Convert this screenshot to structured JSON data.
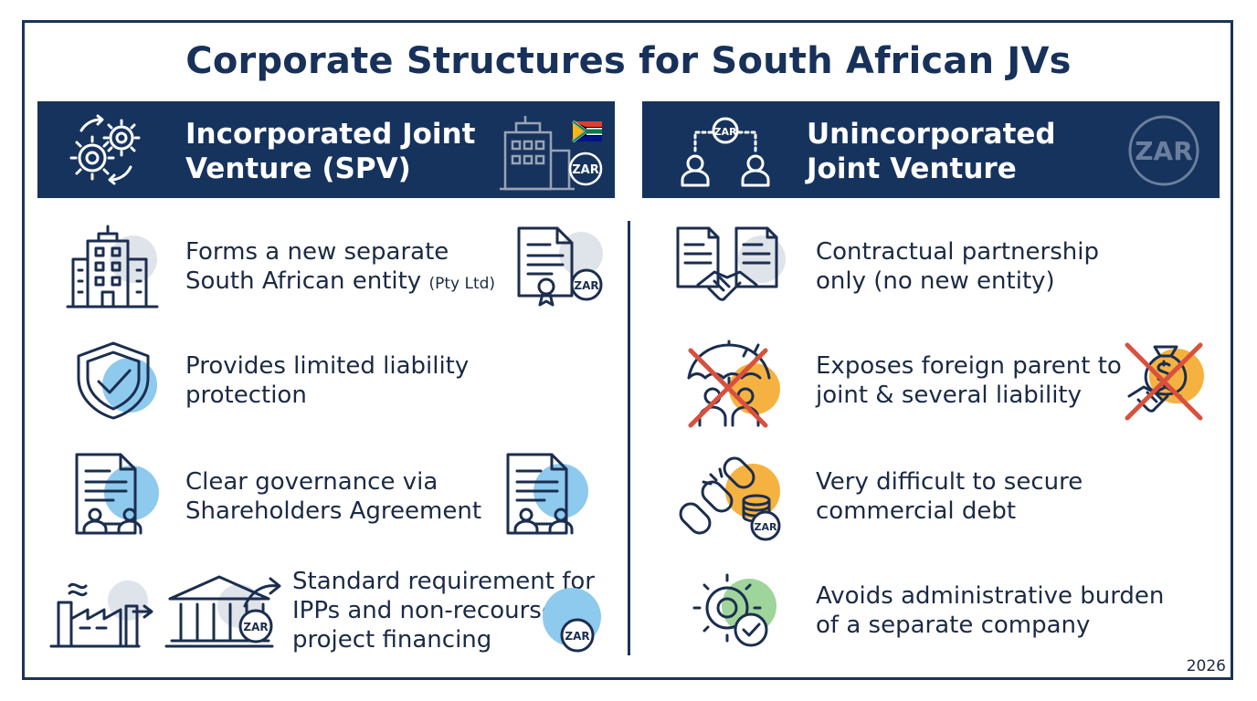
{
  "title": "Corporate Structures for South African JVs",
  "left_panel": {
    "header": {
      "line1": "Incorporated Joint",
      "line2": "Venture (SPV)"
    },
    "rows": [
      {
        "line1": "Forms a new separate",
        "line2": "South African entity",
        "note": "(Pty Ltd)"
      },
      {
        "line1": "Provides limited liability",
        "line2": "protection"
      },
      {
        "line1": "Clear governance via",
        "line2": "Shareholders Agreement"
      },
      {
        "line1": "Standard requirement for",
        "line2": "IPPs and non-recourse",
        "line3": "project financing"
      }
    ]
  },
  "right_panel": {
    "header": {
      "line1": "Unincorporated",
      "line2": "Joint Venture"
    },
    "rows": [
      {
        "line1": "Contractual partnership",
        "line2": "only (no new entity)"
      },
      {
        "line1": "Exposes foreign parent to",
        "line2": "joint & several liability"
      },
      {
        "line1": "Very difficult to secure",
        "line2": "commercial debt"
      },
      {
        "line1": "Avoids administrative burden",
        "line2": "of a separate company"
      }
    ]
  },
  "currency_badge": "ZAR",
  "year": "2026",
  "colors": {
    "navy": "#16335e",
    "accent_blue": "#8ec9ee",
    "accent_orange": "#f6b240",
    "accent_green": "#9fd49b",
    "cross_red": "#d9503d"
  },
  "icons": {
    "left_header": "gears-cycle-icon",
    "left_header_right": "building-flag-zar-icon",
    "right_header": "two-people-zar-link-icon",
    "right_header_right": "zar-coin-icon",
    "left_rows": [
      "office-building-icon",
      "shield-check-icon",
      "document-handshake-icon",
      "factory-bank-arrow-icon"
    ],
    "left_rows_right": [
      "certificate-zar-icon",
      null,
      "document-handshake-icon",
      "zar-coin-icon"
    ],
    "right_rows": [
      "documents-handshake-icon",
      "umbrella-people-crossed-icon",
      "broken-chain-coins-icon",
      "gear-check-icon"
    ],
    "right_rows_right": [
      null,
      "moneybag-handshake-crossed-icon",
      null,
      null
    ]
  }
}
